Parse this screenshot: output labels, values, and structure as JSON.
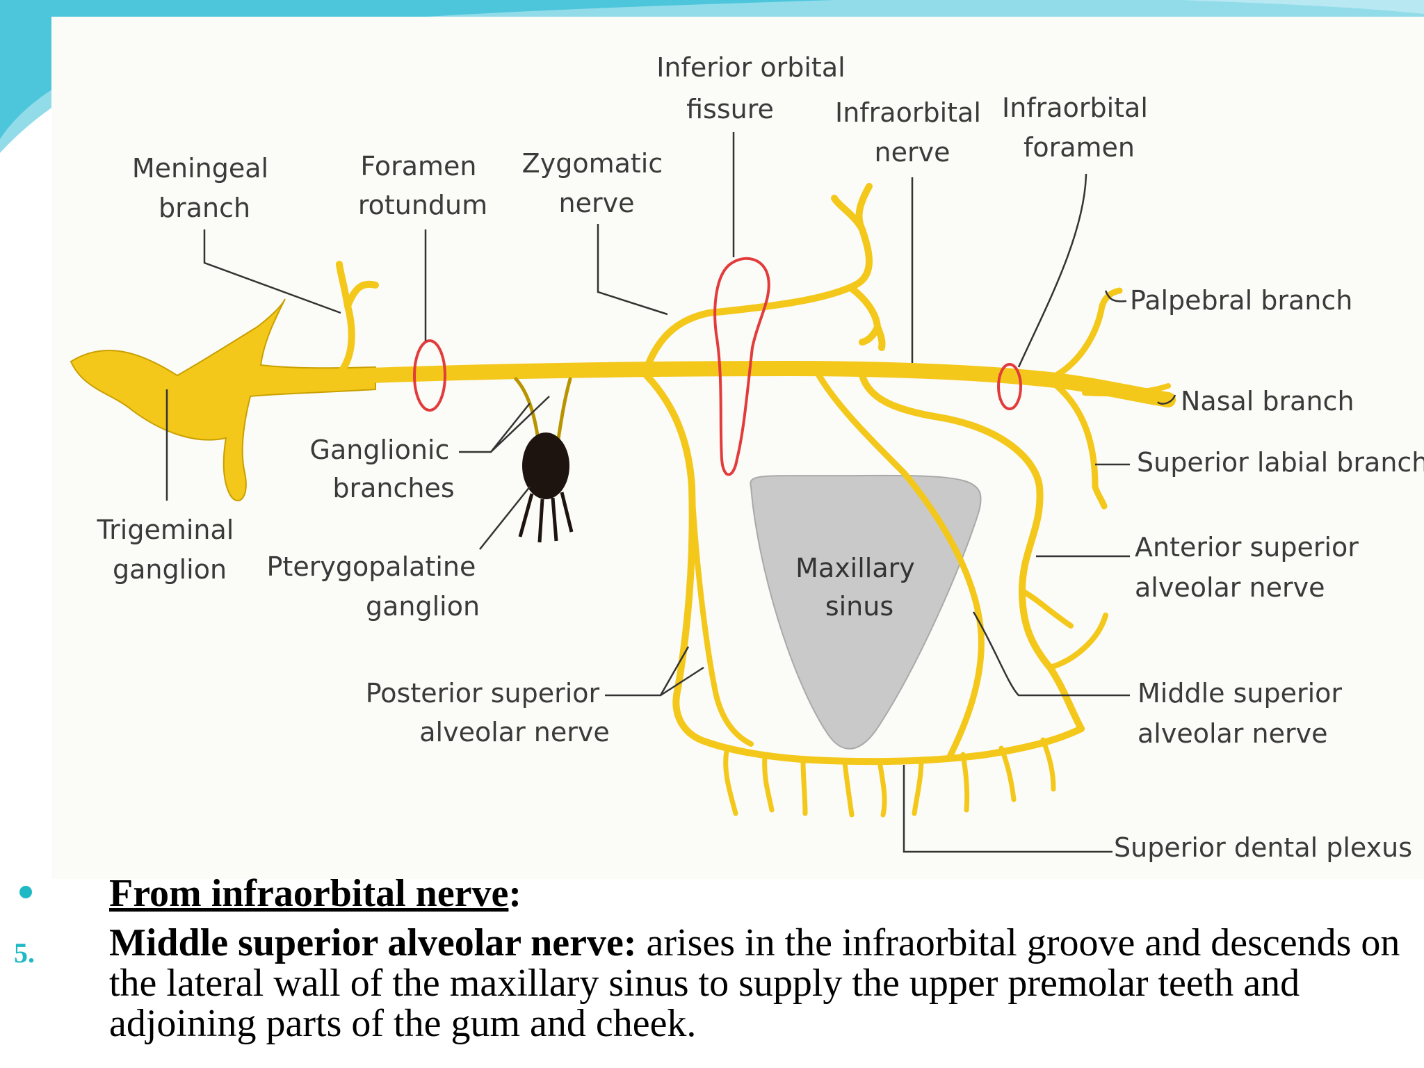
{
  "diagram": {
    "labels": {
      "inferior_orbital_fissure": [
        "Inferior orbital",
        "fissure"
      ],
      "infraorbital_nerve": [
        "Infraorbital",
        "nerve"
      ],
      "infraorbital_foramen": [
        "Infraorbital",
        "foramen"
      ],
      "meningeal_branch": [
        "Meningeal",
        "branch"
      ],
      "foramen_rotundum": [
        "Foramen",
        "rotundum"
      ],
      "zygomatic_nerve": [
        "Zygomatic",
        "nerve"
      ],
      "palpebral_branch": "Palpebral branch",
      "nasal_branch": "Nasal branch",
      "superior_labial_branch": "Superior labial branch",
      "ganglionic_branches": [
        "Ganglionic",
        "branches"
      ],
      "trigeminal_ganglion": [
        "Trigeminal",
        "ganglion"
      ],
      "pterygopalatine_ganglion": [
        "Pterygopalatine",
        "ganglion"
      ],
      "maxillary_sinus": [
        "Maxillary",
        "sinus"
      ],
      "anterior_superior_alveolar_nerve": [
        "Anterior superior",
        "alveolar nerve"
      ],
      "posterior_superior_alveolar_nerve": [
        "Posterior superior",
        "alveolar nerve"
      ],
      "middle_superior_alveolar_nerve": [
        "Middle superior",
        "alveolar nerve"
      ],
      "superior_dental_plexus": "Superior dental plexus"
    },
    "colors": {
      "nerve": "#f3c81a",
      "foramen_ring": "#e23b3b",
      "sinus": "#c9c9c9",
      "ganglion": "#1e140f"
    }
  },
  "text": {
    "heading": "From  infraorbital nerve",
    "heading_suffix": ":",
    "item_number": "5.",
    "item_title": "Middle superior alveolar nerve:",
    "item_body": " arises in the infraorbital groove and descends on the lateral wall of the maxillary sinus to supply the upper premolar teeth and adjoining parts of the gum and cheek."
  },
  "theme": {
    "accent": "#1fb9c6"
  }
}
